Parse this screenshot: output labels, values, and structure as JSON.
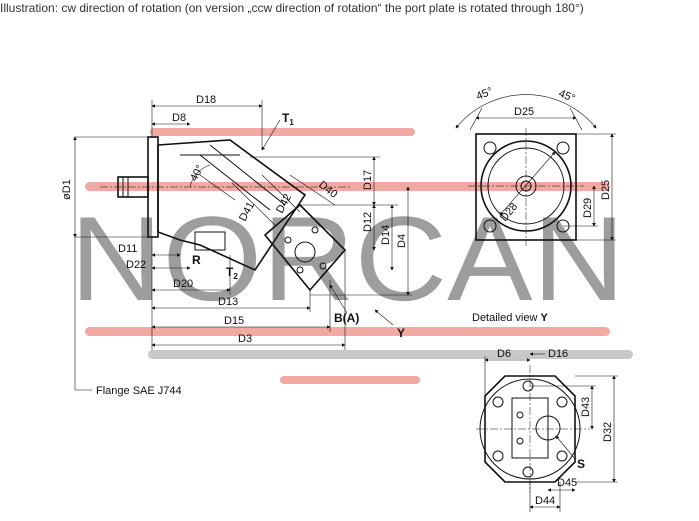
{
  "caption": "Illustration: cw direction of rotation (on version „ccw direction of rotation“ the port plate is rotated through 180°)",
  "watermark": {
    "text": "NORCAN",
    "letter_color": "#8c8c8c",
    "stripe_color": "#f2a9a3",
    "bar_color": "#c8c8c8"
  },
  "side_view": {
    "dims": [
      "D18",
      "D8",
      "øD1",
      "D17",
      "D40",
      "D41",
      "D42",
      "D12",
      "D14",
      "D4",
      "D11",
      "D22",
      "D20",
      "D13",
      "D15",
      "D3"
    ],
    "angle": "40°",
    "ports": {
      "t1": "T",
      "t1_sub": "1",
      "t2": "T",
      "t2_sub": "2",
      "r": "R",
      "ba": "B(A)",
      "y": "Y"
    },
    "flange_note": "Flange SAE J744"
  },
  "detail_view": {
    "label": "Detailed view",
    "label_bold": "Y",
    "dims": [
      "45°",
      "45°",
      "D25",
      "D25",
      "D28",
      "D29"
    ]
  },
  "port_view": {
    "dims": [
      "D6",
      "D16",
      "D43",
      "D32",
      "D45",
      "D44"
    ],
    "port": "S"
  }
}
